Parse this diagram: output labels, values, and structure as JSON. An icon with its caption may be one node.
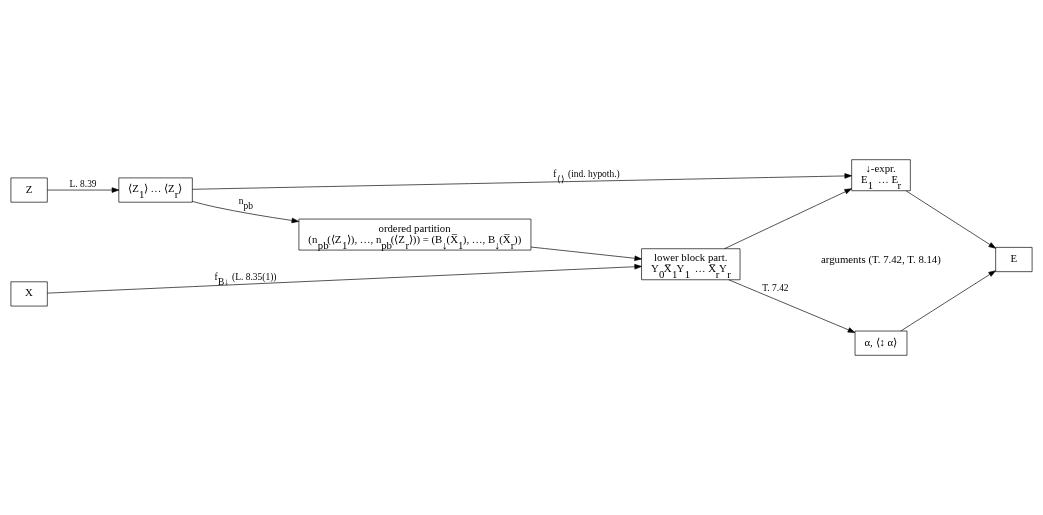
{
  "diagram": {
    "nodes": [
      {
        "text": [
          "Z"
        ]
      },
      {
        "text": [
          "⟨Z$_{1}$⟩ … ⟨Z$_{r}$⟩"
        ]
      },
      {
        "text": [
          "↓-expr.",
          "E$_{1}$ … E$_{r}$"
        ]
      },
      {
        "text": [
          "ordered partition",
          "(n$_{pb}$(⟨Z$_{1}$⟩), …, n$_{pb}$(⟨Z$_{r}$⟩)) = (B$_{↓}$(X̅$_{1}$), …, B$_{↓}$(X̅$_{r}$))"
        ]
      },
      {
        "text": [
          "E"
        ]
      },
      {
        "text": [
          "X"
        ]
      },
      {
        "text": [
          "lower block part.",
          "Y$_{0}$X̅$_{1}$Y$_{1}$ … X̅$_{r}$Y$_{r}$"
        ]
      },
      {
        "text": [
          "α, ⟨↕ α⟩"
        ]
      }
    ],
    "edges": [
      {
        "from": 0,
        "to": 1,
        "arrow": "to",
        "label": "L. 8.39"
      },
      {
        "from": 1,
        "to": 2,
        "arrow": "to",
        "label": "f$_{⟨⟩}$ (ind. hypoth.)"
      },
      {
        "from": 1,
        "to": 3,
        "arrow": "to",
        "label": "n$_{pb}$"
      },
      {
        "from": 3,
        "to": 6,
        "arrow": "to"
      },
      {
        "from": 5,
        "to": 6,
        "arrow": "to",
        "label": "f$_{B↓}$ (L. 8.35(1))"
      },
      {
        "from": 6,
        "to": 2,
        "arrow": "to"
      },
      {
        "from": 6,
        "to": 7,
        "arrow": "to",
        "label": "T. 7.42"
      },
      {
        "from": 2,
        "to": 4,
        "arrow": "to"
      },
      {
        "from": 7,
        "to": 4,
        "arrow": "to"
      }
    ],
    "labels": [
      "arguments (T. 7.42, T. 8.14)"
    ]
  }
}
